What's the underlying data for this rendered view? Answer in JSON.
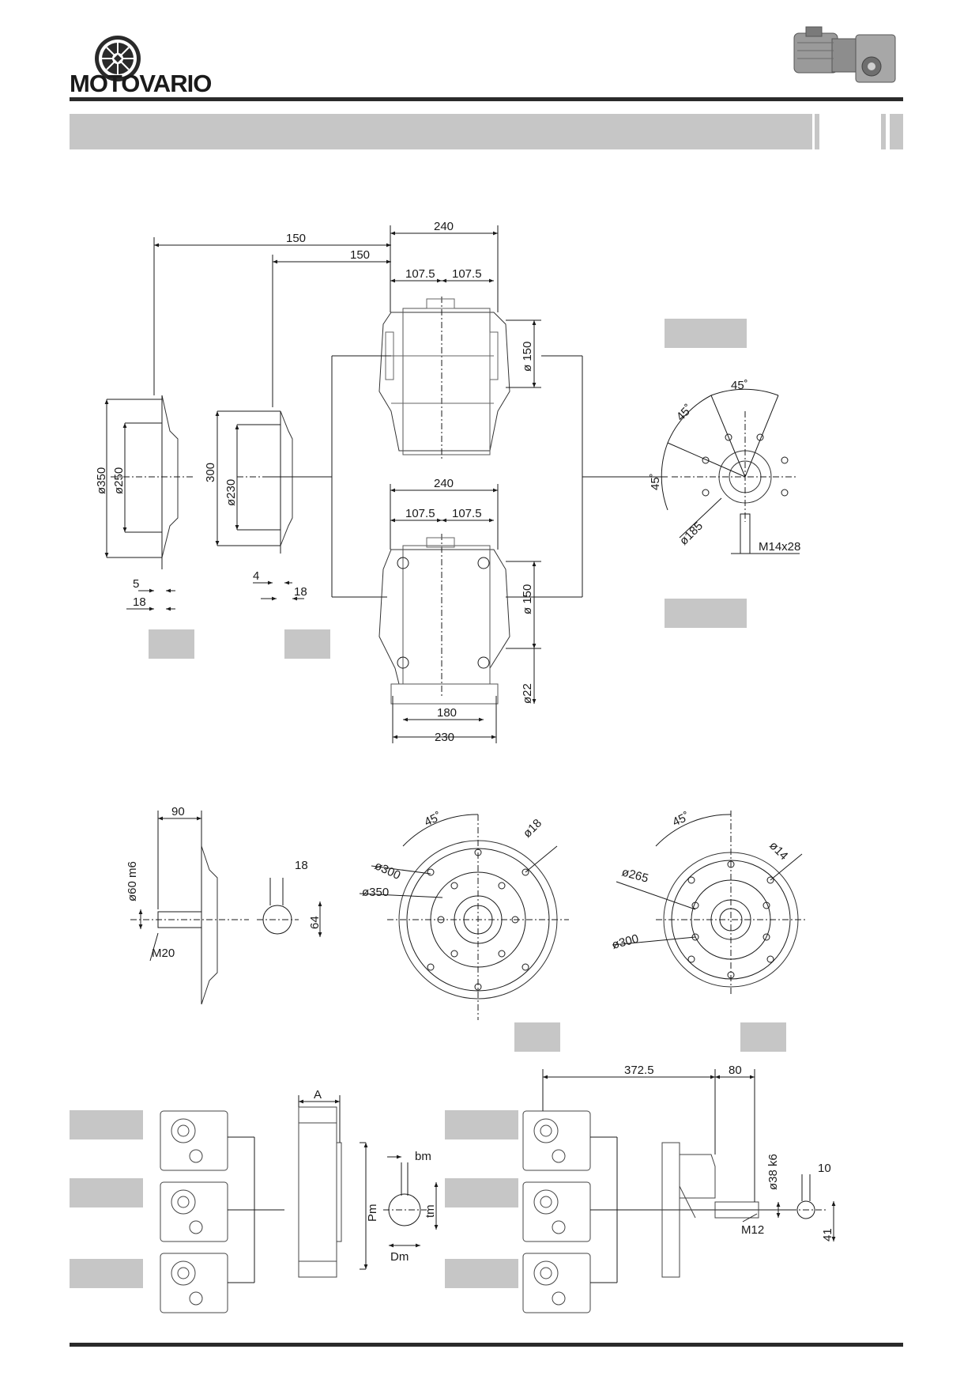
{
  "brand": {
    "name": "MOTOVARIO"
  },
  "tags_count": 12,
  "dims": {
    "top_view": {
      "d150a": "150",
      "d150b": "150",
      "w240": "240",
      "h1075a": "107.5",
      "h1075b": "107.5",
      "phi150": "ø 150"
    },
    "bottom_view": {
      "w240": "240",
      "h1075a": "107.5",
      "h1075b": "107.5",
      "phi150": "ø 150",
      "phi22": "ø22",
      "w180": "180",
      "w230": "230"
    },
    "flange_a": {
      "phi350": "ø350",
      "phi250": "ø250",
      "t5": "5",
      "t18": "18"
    },
    "flange_b": {
      "h300": "300",
      "phi230": "ø230",
      "t4": "4",
      "t18": "18"
    },
    "shaft_end": {
      "a45a": "45˚",
      "a45b": "45˚",
      "a45c": "45˚",
      "phi185": "ø185",
      "thread": "M14x28"
    },
    "shaft_side": {
      "len90": "90",
      "phi60": "ø60 m6",
      "thread": "M20",
      "w18": "18",
      "h64": "64"
    },
    "flange_f1": {
      "ang": "45˚",
      "phi18": "ø18",
      "phi300": "ø300",
      "phi350": "ø350"
    },
    "flange_f2": {
      "ang": "45˚",
      "phi14": "ø14",
      "phi265": "ø265",
      "phi300": "ø300"
    },
    "hollow": {
      "A": "A",
      "bm": "bm",
      "Pm": "Pm",
      "tm": "tm",
      "Dm": "Dm"
    },
    "output": {
      "len3725": "372.5",
      "len80": "80",
      "phi38": "ø38 k6",
      "thread": "M12",
      "w10": "10",
      "h41": "41"
    }
  },
  "colors": {
    "tag": "#c6c6c6",
    "line": "#1a1a1a",
    "part": "#444444"
  }
}
